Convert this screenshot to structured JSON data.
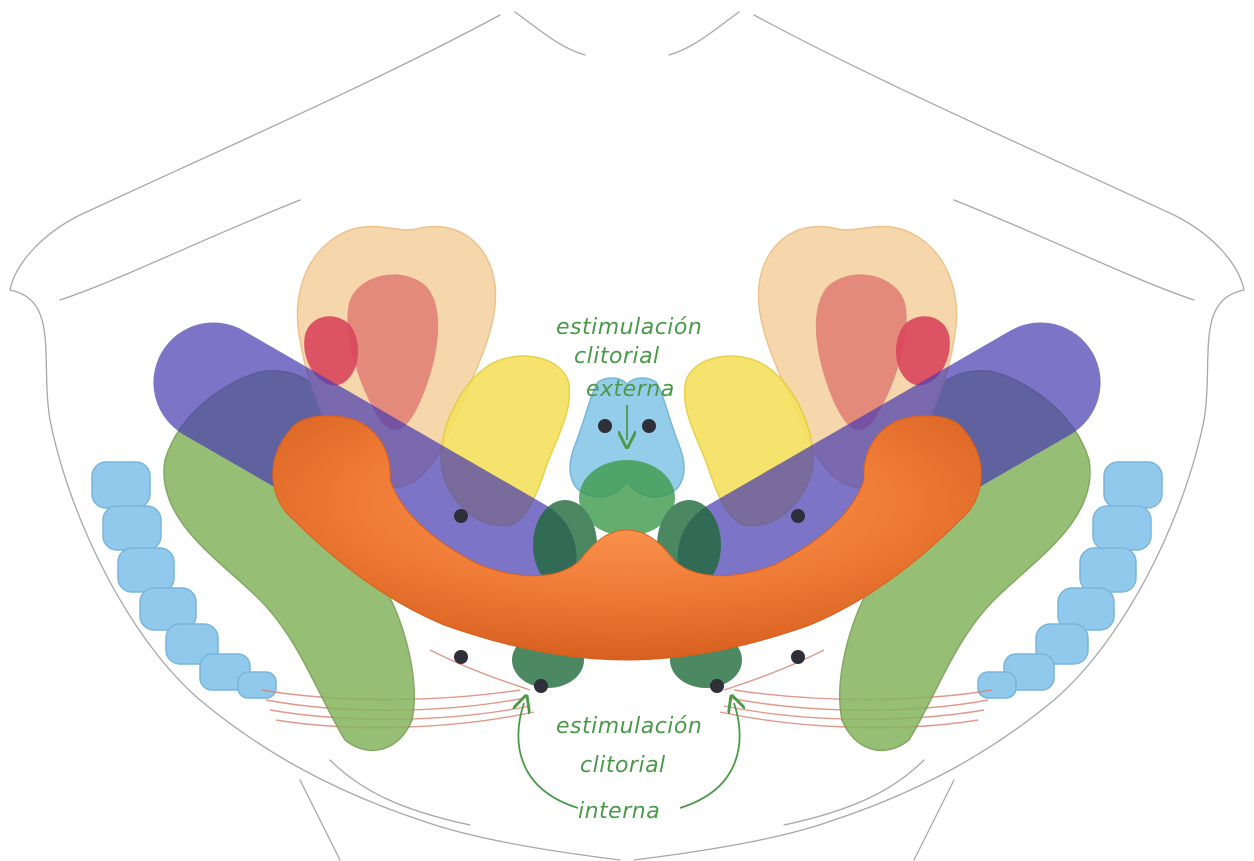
{
  "labels": {
    "external_line1": "estimulación",
    "external_line2": "clitorial",
    "external_line3": "externa",
    "internal_line1": "estimulación",
    "internal_line2": "clitorial",
    "internal_line3": "interna"
  },
  "colors": {
    "outline": "#a8a8a8",
    "peach": "#f6d5a8",
    "salmon": "#e07d74",
    "crimson": "#d9455c",
    "green": "#86b35d",
    "dark_green": "#1f6a3a",
    "blue_vertebrae": "#86c4ea",
    "light_blue": "#8fcbe8",
    "yellow": "#f5e05e",
    "purple": "#4a3fb0",
    "orange": "#ee7a35",
    "muscle_red": "#d98070",
    "annotation_green": "#4a9a4a",
    "dot": "#2f2f3a"
  },
  "icons": [
    "nerve-point-icon",
    "arrow-icon"
  ]
}
